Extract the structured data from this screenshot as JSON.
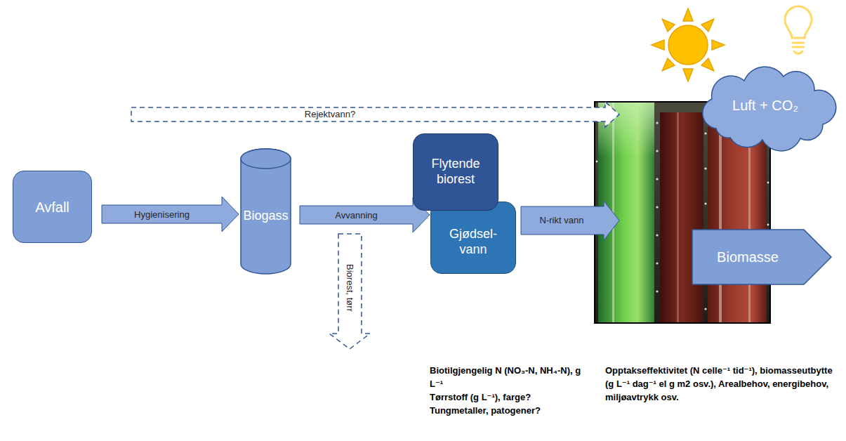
{
  "diagram": {
    "nodes": [
      {
        "text": [
          "Avfall"
        ]
      },
      {
        "text": [
          "Biogass"
        ]
      },
      {
        "text": [
          "Flytende biorest"
        ]
      },
      {
        "text": [
          "Gjødsel- vann"
        ]
      },
      {
        "text": [
          "Luft + CO₂"
        ]
      },
      {
        "text": [
          "Biomasse"
        ]
      }
    ],
    "edges": [
      {
        "from": 0,
        "to": 1,
        "arrow": "to",
        "label": "Hygienisering"
      },
      {
        "from": 1,
        "to": 3,
        "arrow": "to",
        "label": "Avvanning"
      }
    ],
    "labels": [
      "Rejektvann?",
      "Biorest, tørr",
      "N-rikt vann",
      "Biotilgjengelig N (NO₃-N, NH₄-N), g L⁻¹",
      "Tørrstoff (g L⁻¹), farge?",
      "Tungmetaller, patogener?",
      "Opptakseffektivitet (N celle⁻¹ tid⁻¹), biomasseutbytte (g L⁻¹ dag⁻¹ el g m2 osv.), Arealbehov, energibehov, miljøavtrykk osv."
    ]
  }
}
